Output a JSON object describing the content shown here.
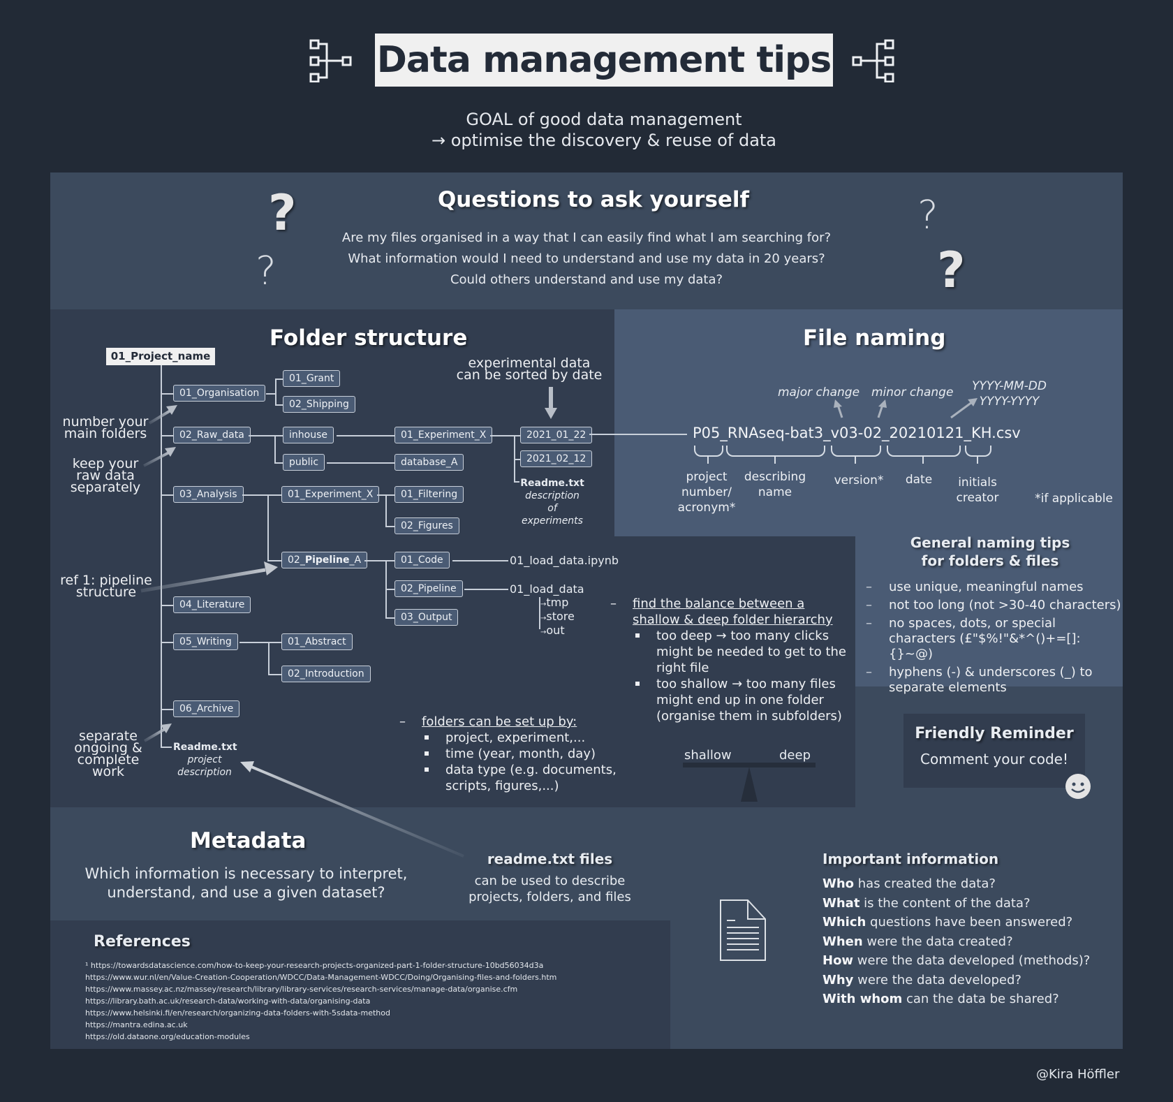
{
  "header": {
    "title": "Data management tips",
    "goal_line1": "GOAL of good data management",
    "goal_line2": "→ optimise the discovery & reuse of data",
    "left_icon": "hierarchy-icon",
    "right_icon": "hierarchy-icon"
  },
  "questions": {
    "title": "Questions to ask yourself",
    "items": [
      "Are my files organised in a way that I can easily find  what I am searching for?",
      "What information would I need to understand and use my data in 20 years?",
      "Could others understand and use my data?"
    ],
    "mark": "?"
  },
  "folder_structure": {
    "title": "Folder structure",
    "root": "01_Project_name",
    "folders": {
      "organisation": "01_Organisation",
      "grant": "01_Grant",
      "shipping": "02_Shipping",
      "raw_data": "02_Raw_data",
      "inhouse": "inhouse",
      "public": "public",
      "experiment_x_raw": "01_Experiment_X",
      "database_a": "database_A",
      "date1": "2021_01_22",
      "date2": "2021_02_12",
      "analysis": "03_Analysis",
      "experiment_x_an": "01_Experiment_X",
      "filtering": "01_Filtering",
      "figures": "02_Figures",
      "pipeline_a_prefix": "02_",
      "pipeline_a_bold": "Pipeline",
      "pipeline_a_suffix": "_A",
      "code": "01_Code",
      "pipeline": "02_Pipeline",
      "output": "03_Output",
      "literature": "04_Literature",
      "writing": "05_Writing",
      "abstract": "01_Abstract",
      "introduction": "02_Introduction",
      "archive": "06_Archive"
    },
    "files": {
      "load_data_ipynb": "01_load_data.ipynb",
      "load_data": "01_load_data",
      "tmp": "tmp",
      "store": "store",
      "out": "out",
      "readme_exp": "Readme.txt",
      "readme_exp_desc1": "description of",
      "readme_exp_desc2": "experiments",
      "readme_proj": "Readme.txt",
      "readme_proj_desc1": "project",
      "readme_proj_desc2": "description"
    },
    "notes": {
      "number_folders_1": "number your",
      "number_folders_2": "main folders",
      "raw_sep_1": "keep your",
      "raw_sep_2": "raw data",
      "raw_sep_3": "separately",
      "ref1_1": "ref 1: pipeline",
      "ref1_2": "structure",
      "separate_1": "separate",
      "separate_2": "ongoing &",
      "separate_3": "complete",
      "separate_4": "work",
      "exp_sorted_1": "experimental data",
      "exp_sorted_2": "can be sorted by date"
    },
    "balance": {
      "heading_1": "find the balance between a",
      "heading_2": "shallow & deep folder hierarchy",
      "deep": "too deep → too many clicks might be needed to get to the right file",
      "shallow": "too shallow → too many files might end up in one folder (organise them in subfolders)",
      "left_label": "shallow",
      "right_label": "deep"
    },
    "setup": {
      "heading": "folders can be set up by:",
      "items": [
        "project, experiment,...",
        "time (year, month, day)",
        "data type (e.g. documents, scripts, figures,...)"
      ]
    }
  },
  "file_naming": {
    "title": "File naming",
    "filename_parts": [
      "P05",
      "_",
      "RNAseq-bat3",
      "_",
      "v03-02",
      "_",
      "20210121",
      "_",
      "KH",
      ".csv"
    ],
    "filename": "P05_RNAseq-bat3_v03-02_20210121_KH.csv",
    "major_change": "major change",
    "minor_change": "minor change",
    "date_format_1": "YYYY-MM-DD",
    "date_format_2": "YYYY-YYYY",
    "labels": {
      "project_1": "project",
      "project_2": "number/",
      "project_3": "acronym*",
      "describing_1": "describing",
      "describing_2": "name",
      "version": "version*",
      "date": "date",
      "initials_1": "initials",
      "initials_2": "creator",
      "footnote": "*if applicable"
    }
  },
  "naming_tips": {
    "title_1": "General naming tips",
    "title_2": "for folders & files",
    "items": [
      "use unique, meaningful names",
      "not too long (not >30-40 characters)",
      "no spaces, dots, or special characters (£\"$%!\"&*^()+=[]:{}~@)",
      "hyphens (-) & underscores (_) to separate elements"
    ]
  },
  "reminder": {
    "title": "Friendly Reminder",
    "text": "Comment your code!",
    "icon": "smiley-icon"
  },
  "metadata": {
    "title": "Metadata",
    "question_1": "Which information is necessary to interpret,",
    "question_2": "understand, and use a given dataset?",
    "readme_title": "readme.txt files",
    "readme_text_1": "can be used to describe",
    "readme_text_2": "projects, folders, and files"
  },
  "important_info": {
    "title": "Important information",
    "icon": "document-icon",
    "items": [
      {
        "bold": "Who",
        "rest": " has created the data?"
      },
      {
        "bold": "What",
        "rest": " is the content of the data?"
      },
      {
        "bold": "Which",
        "rest": " questions have been answered?"
      },
      {
        "bold": "When",
        "rest": " were the data created?"
      },
      {
        "bold": "How",
        "rest": " were the data developed (methods)?"
      },
      {
        "bold": "Why",
        "rest": " were the data developed?"
      },
      {
        "bold": "With whom",
        "rest": " can the data be shared?"
      }
    ]
  },
  "references": {
    "title": "References",
    "items": [
      "¹ https://towardsdatascience.com/how-to-keep-your-research-projects-organized-part-1-folder-structure-10bd56034d3a",
      "https://www.wur.nl/en/Value-Creation-Cooperation/WDCC/Data-Management-WDCC/Doing/Organising-files-and-folders.htm",
      "https://www.massey.ac.nz/massey/research/library/library-services/research-services/manage-data/organise.cfm",
      "https://library.bath.ac.uk/research-data/working-with-data/organising-data",
      "https://www.helsinki.fi/en/research/organizing-data-folders-with-5sdata-method",
      "https://mantra.edina.ac.uk",
      "https://old.dataone.org/education-modules"
    ]
  },
  "credit": "@Kira Höffler",
  "colors": {
    "background": "#222a36",
    "panel_mid": "#3c4a5d",
    "panel_dark": "#323d4f",
    "panel_light": "#4a5b74",
    "title_box": "#f0f0f0",
    "title_text": "#232b38"
  }
}
